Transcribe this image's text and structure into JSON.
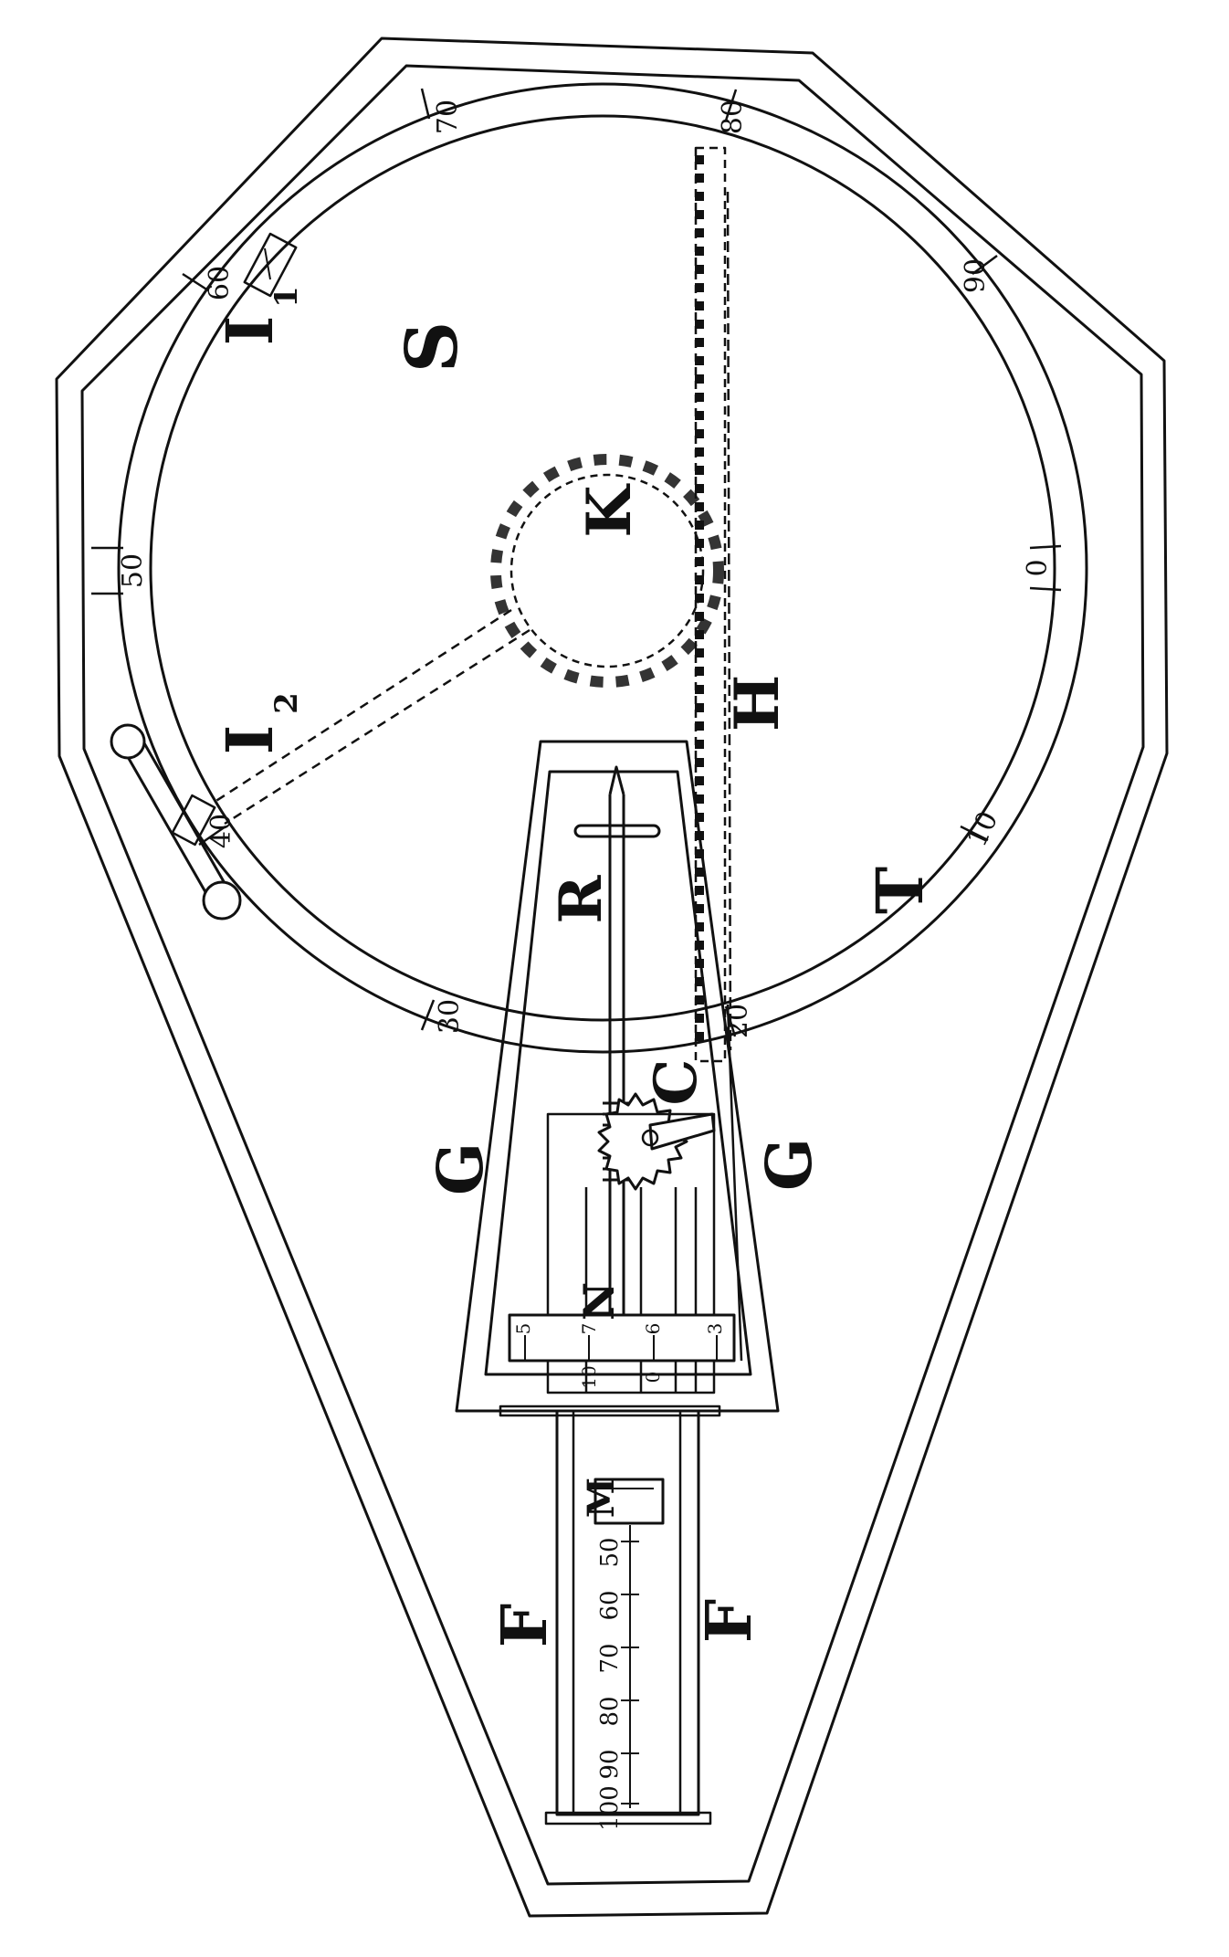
{
  "colors": {
    "ink": "#111111",
    "paper": "#ffffff"
  },
  "labels": {
    "S": "S",
    "K": "K",
    "H": "H",
    "T": "T",
    "R": "R",
    "C": "C",
    "N": "N",
    "M": "M",
    "G_left": "G",
    "G_right": "G",
    "F_left": "F",
    "F_right": "F",
    "I1": "I",
    "I1_sub": "1",
    "I2": "I",
    "I2_sub": "2"
  },
  "dial_scale": {
    "t0": "0",
    "t10": "10",
    "t20": "20",
    "t30": "30",
    "t40": "40",
    "t50": "50",
    "t60": "60",
    "t70": "70",
    "t80": "80",
    "t90": "90"
  },
  "stem_scale": {
    "s50": "50",
    "s60": "60",
    "s70": "70",
    "s80": "80",
    "s90": "90",
    "s100": "100"
  },
  "vernier_marks": {
    "v1": "5",
    "v2": "7",
    "v3": "6",
    "v4": "3",
    "v5": "10",
    "v6": "0"
  }
}
